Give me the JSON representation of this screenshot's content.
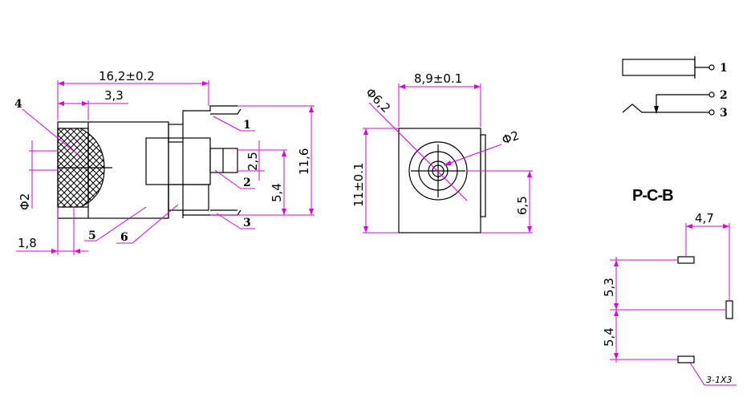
{
  "side_view": {
    "dim_overall_length": "16,2±0.2",
    "dim_front_depth": "3,3",
    "dim_pin_spacing": "2,5",
    "dim_pin_offset": "5,4",
    "dim_height": "11,6",
    "dim_hole": "Φ2",
    "dim_flange": "1,8",
    "labels": [
      "1",
      "2",
      "3",
      "4",
      "5",
      "6"
    ]
  },
  "front_view": {
    "dim_width": "8,9±0.1",
    "dim_outer_dia": "Φ6,2",
    "dim_inner_dia": "Φ2",
    "dim_height": "11±0.1",
    "dim_center_height": "6,5"
  },
  "schematic": {
    "pins": [
      "1",
      "2",
      "3"
    ]
  },
  "pcb": {
    "title": "P-C-B",
    "dim_horizontal": "4,7",
    "dim_upper": "5,3",
    "dim_lower": "5,4",
    "pad_note": "3-1X3"
  }
}
